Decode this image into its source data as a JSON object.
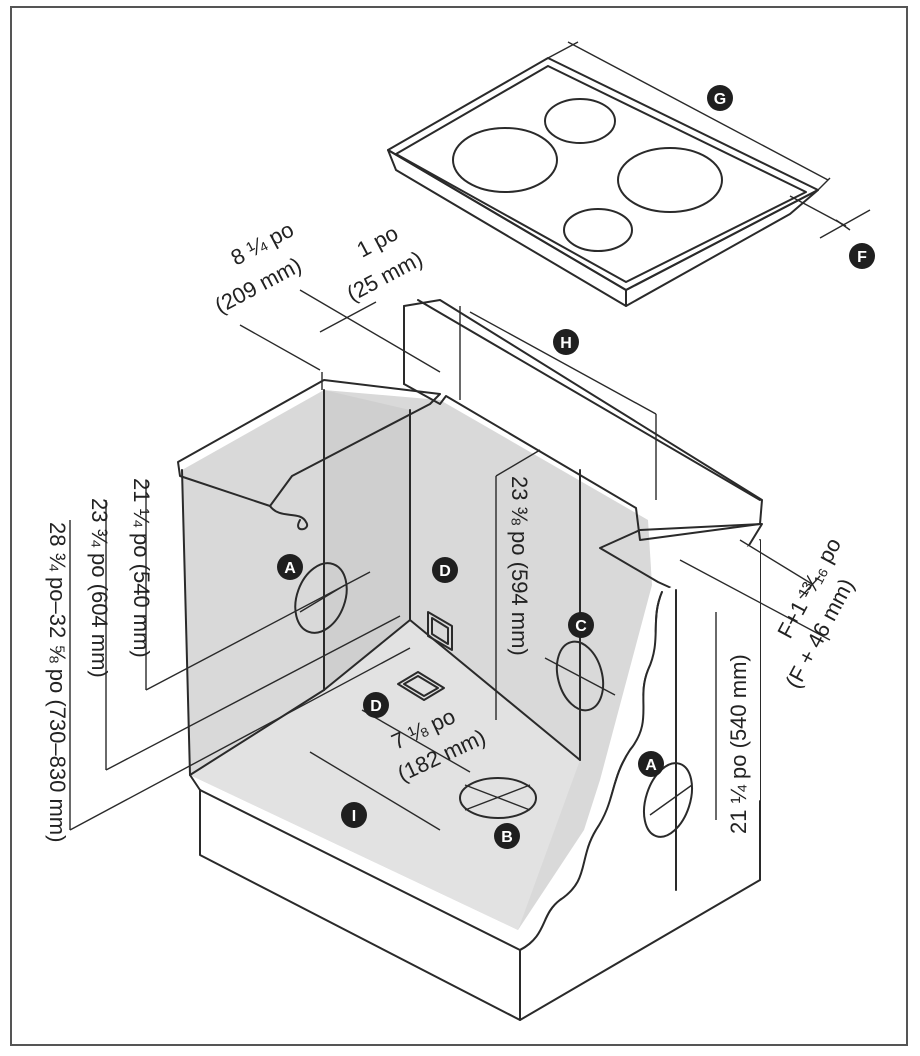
{
  "callouts": {
    "G": "G",
    "F": "F",
    "H": "H",
    "A_left": "A",
    "A_right": "A",
    "B": "B",
    "C": "C",
    "D_back": "D",
    "D_floor": "D",
    "I": "I"
  },
  "labels": {
    "depth_in": "8 ¼ po",
    "depth_mm": "(209 mm)",
    "gap_in": "1 po",
    "gap_mm": "(25 mm)",
    "h_left_1": "21 ¼ po (540 mm)",
    "h_left_2": "23 ¾ po (604 mm)",
    "h_left_3": "28 ¾ po–32 ⅝ po (730–830 mm)",
    "width_back": "23 ⅜ po (594 mm)",
    "offset_in": "F+1 ¹³⁄₁₆ po",
    "offset_mm": "(F + 46 mm)",
    "floor_in": "7 ⅛ po",
    "floor_mm": "(182 mm)",
    "h_right": "21 ¼ po (540 mm)"
  },
  "colors": {
    "ink": "#2a2a2a",
    "cabinet_fill": "#d9d9d9",
    "panel_fill": "#f4f4f4",
    "callout_fill": "#1f1f1f"
  }
}
